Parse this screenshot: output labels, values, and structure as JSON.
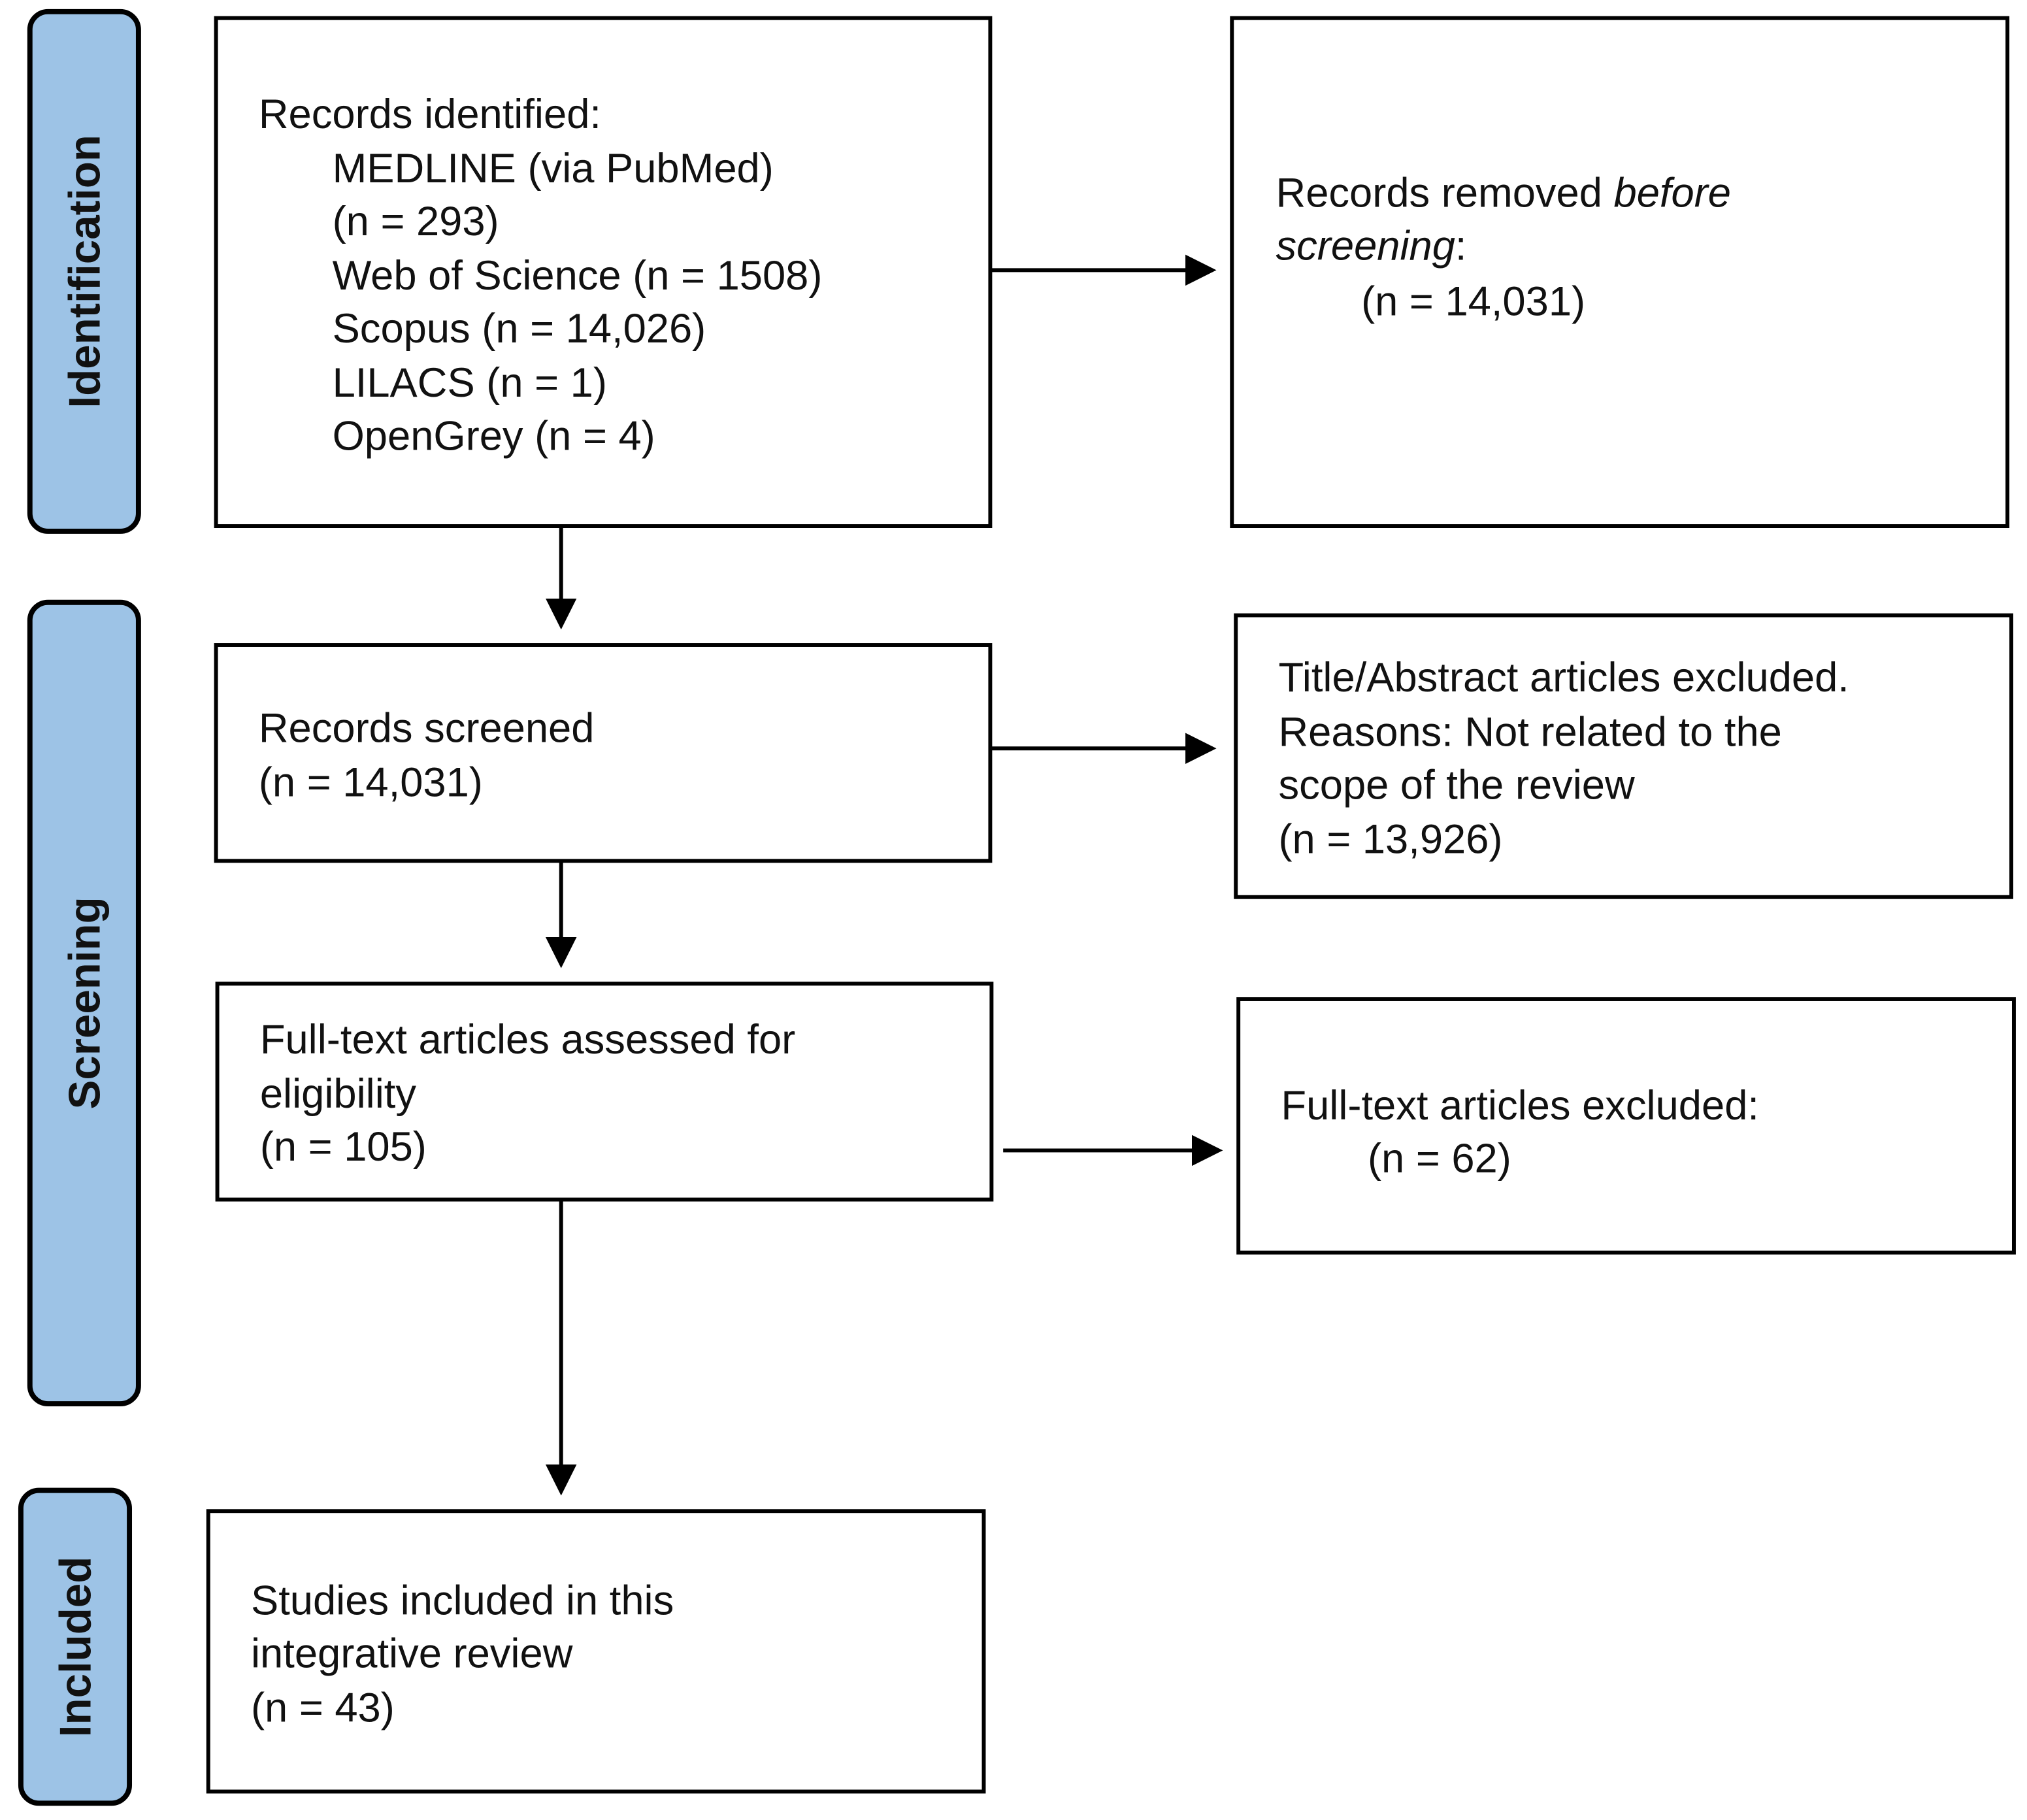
{
  "colors": {
    "stage_fill": "#9DC3E6",
    "stroke": "#000000"
  },
  "stages": {
    "identification": "Identification",
    "screening": "Screening",
    "included": "Included"
  },
  "boxes": {
    "identified": {
      "title": "Records identified:",
      "sources": [
        "MEDLINE (via PubMed)",
        "(n = 293)",
        "Web of Science (n = 1508)",
        "Scopus (n = 14,026)",
        "LILACS (n = 1)",
        "OpenGrey (n = 4)"
      ]
    },
    "removed": {
      "line1_prefix": "Records removed ",
      "line1_italic": "before",
      "line2_italic": "screening",
      "line2_suffix": ":",
      "count": "(n = 14,031)"
    },
    "screened": {
      "line1": "Records screened",
      "count": "(n = 14,031)"
    },
    "title_abstract_excluded": {
      "lines": [
        "Title/Abstract articles excluded.",
        "Reasons: Not related to the",
        "scope of the review"
      ],
      "count": "(n = 13,926)"
    },
    "fulltext_assessed": {
      "lines": [
        "Full-text articles assessed for",
        "eligibility"
      ],
      "count": "(n = 105)"
    },
    "fulltext_excluded": {
      "line1": "Full-text articles excluded:",
      "count": "(n = 62)"
    },
    "included": {
      "lines": [
        "Studies included in this",
        "integrative review"
      ],
      "count": "(n = 43)"
    }
  }
}
